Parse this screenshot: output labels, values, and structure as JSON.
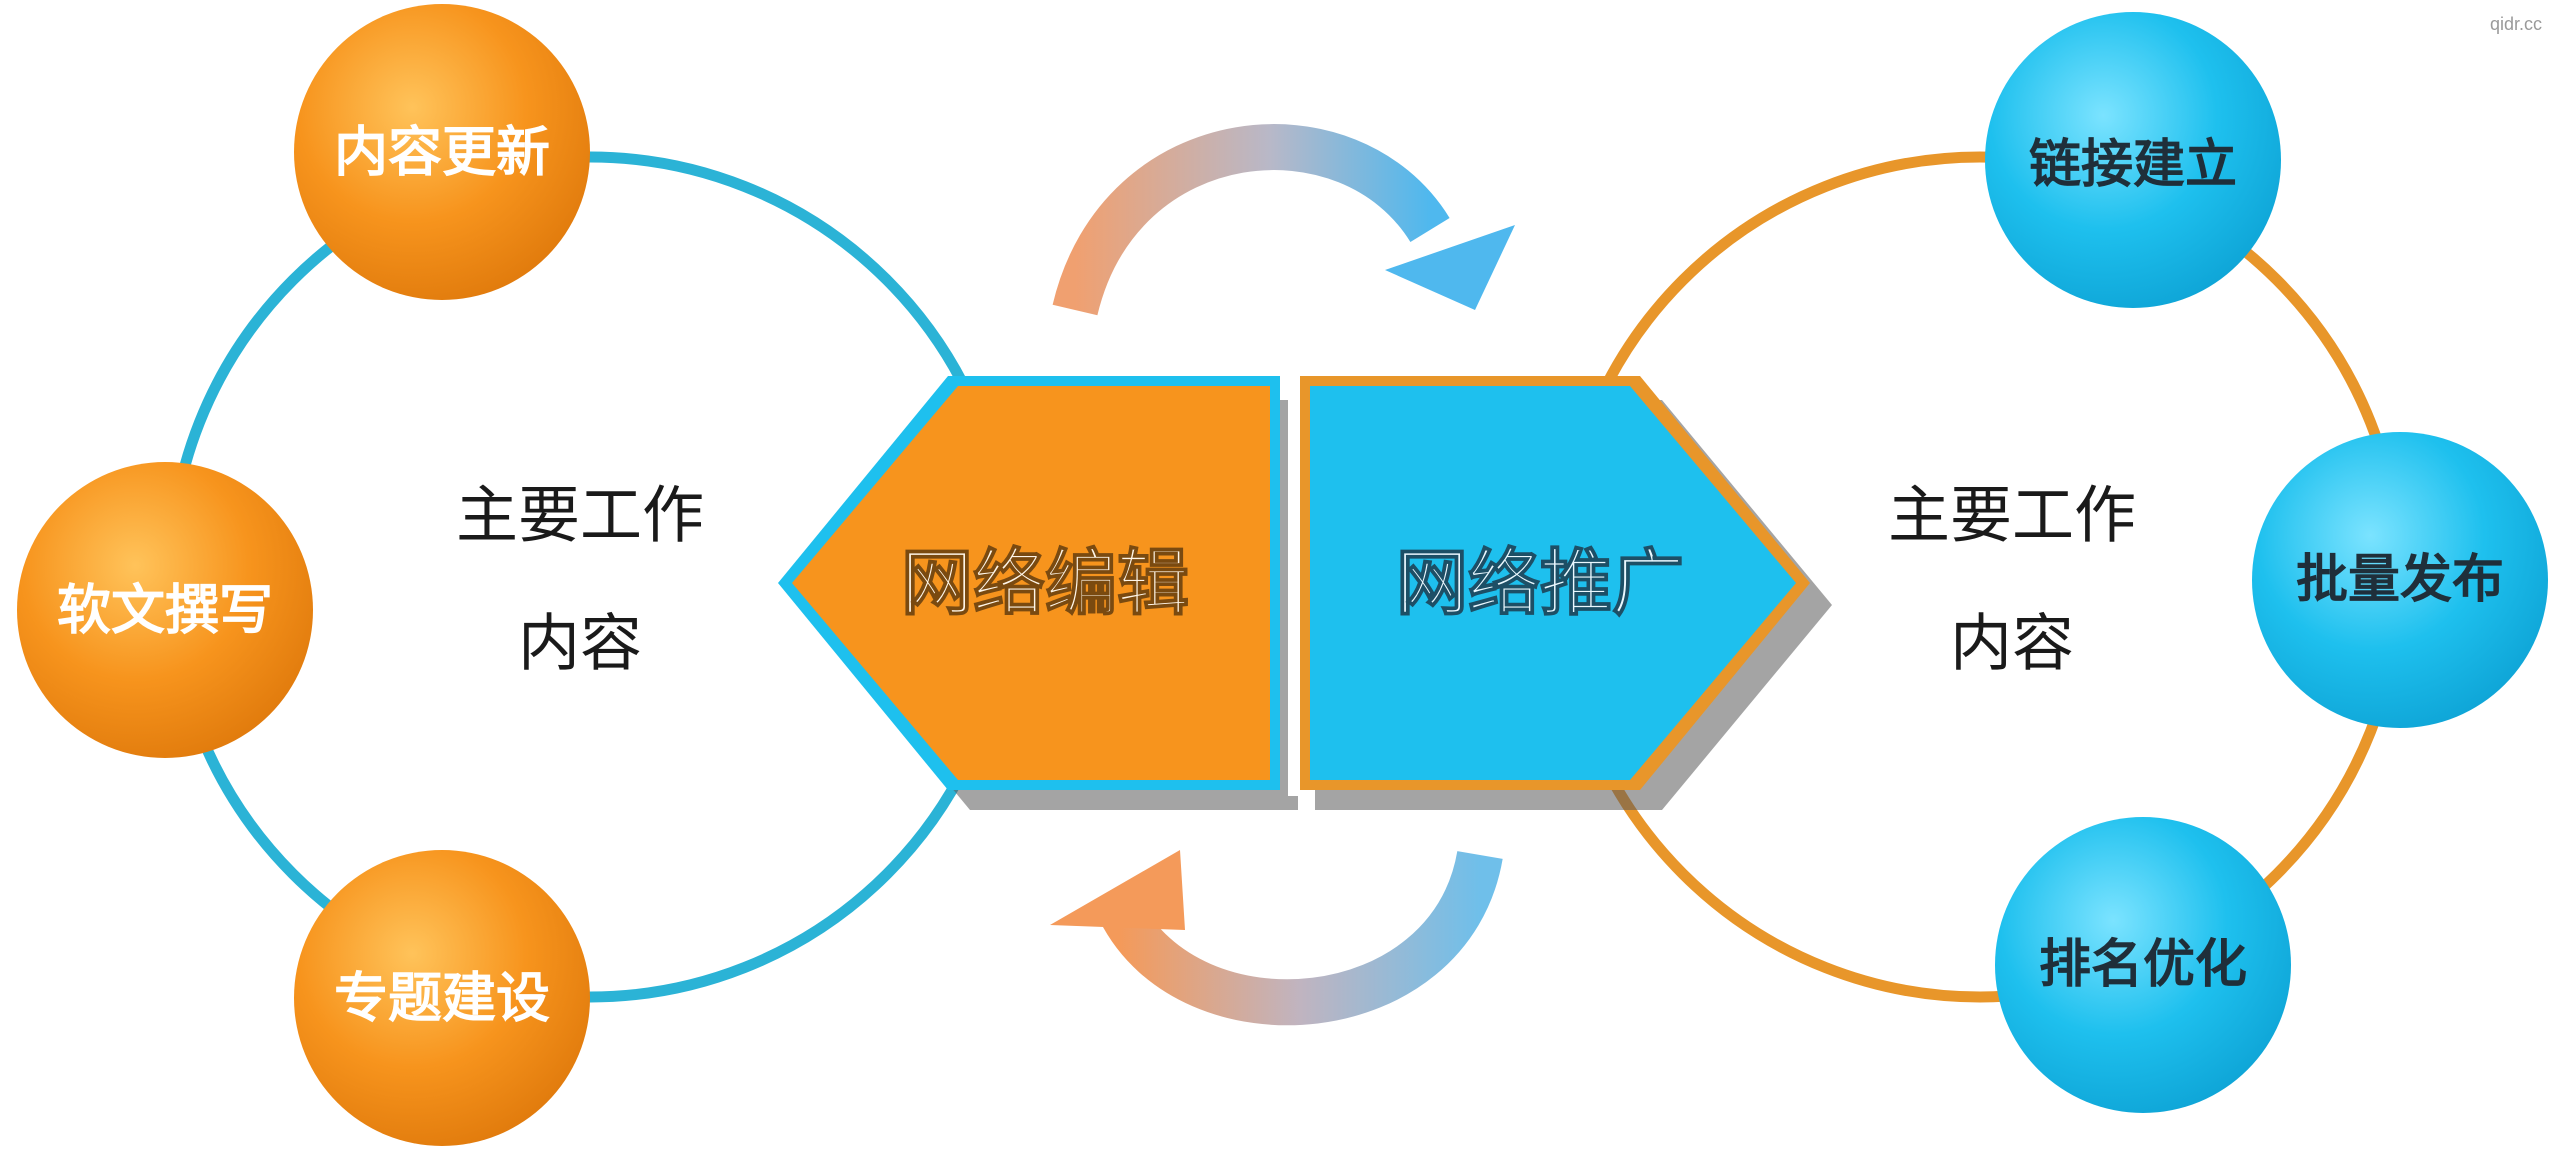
{
  "watermark": "qidr.cc",
  "colors": {
    "orange": "#f7941d",
    "blue": "#1ec0ee",
    "left_ring": "#2bb3d6",
    "right_ring": "#e8962a",
    "white_text": "#ffffff",
    "dark_text": "#1a1a1a"
  },
  "left": {
    "center_title": "主要工作",
    "center_subtitle": "内容",
    "nodes": [
      "内容更新",
      "软文撰写",
      "专题建设"
    ],
    "hub": "网络编辑"
  },
  "right": {
    "center_title": "主要工作",
    "center_subtitle": "内容",
    "nodes": [
      "链接建立",
      "批量发布",
      "排名优化"
    ],
    "hub": "网络推广"
  }
}
